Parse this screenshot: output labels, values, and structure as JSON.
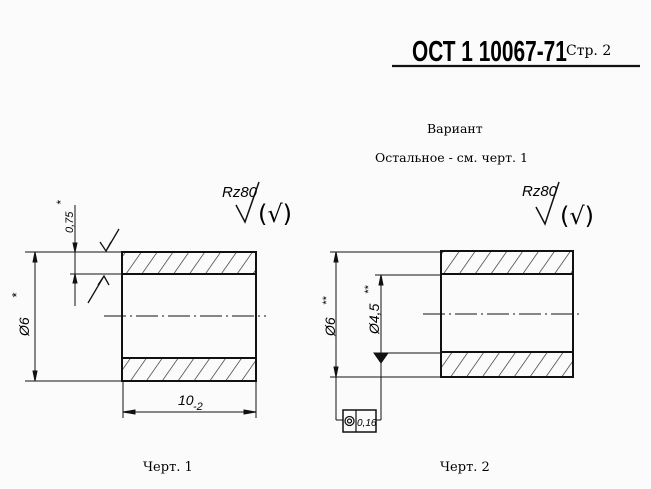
{
  "header": {
    "standard": "ОСТ 1 10067-71",
    "page": "Стр. 2"
  },
  "variant": {
    "title": "Вариант",
    "note": "Остальное - см. черт. 1"
  },
  "drawing1": {
    "roughness": "Rz80",
    "roughness_paren": "(√)",
    "diameter": "Ø6",
    "diameter_mark": "*",
    "wall": "0,75",
    "wall_mark": "*",
    "length": "10",
    "length_tol": "-2",
    "caption": "Черт. 1"
  },
  "drawing2": {
    "roughness": "Rz80",
    "roughness_paren": "(√)",
    "diameter": "Ø6",
    "diameter_mark": "**",
    "inner_diameter": "Ø4,5",
    "inner_diameter_mark": "**",
    "tolerance_value": "0,16",
    "caption": "Черт. 2"
  }
}
